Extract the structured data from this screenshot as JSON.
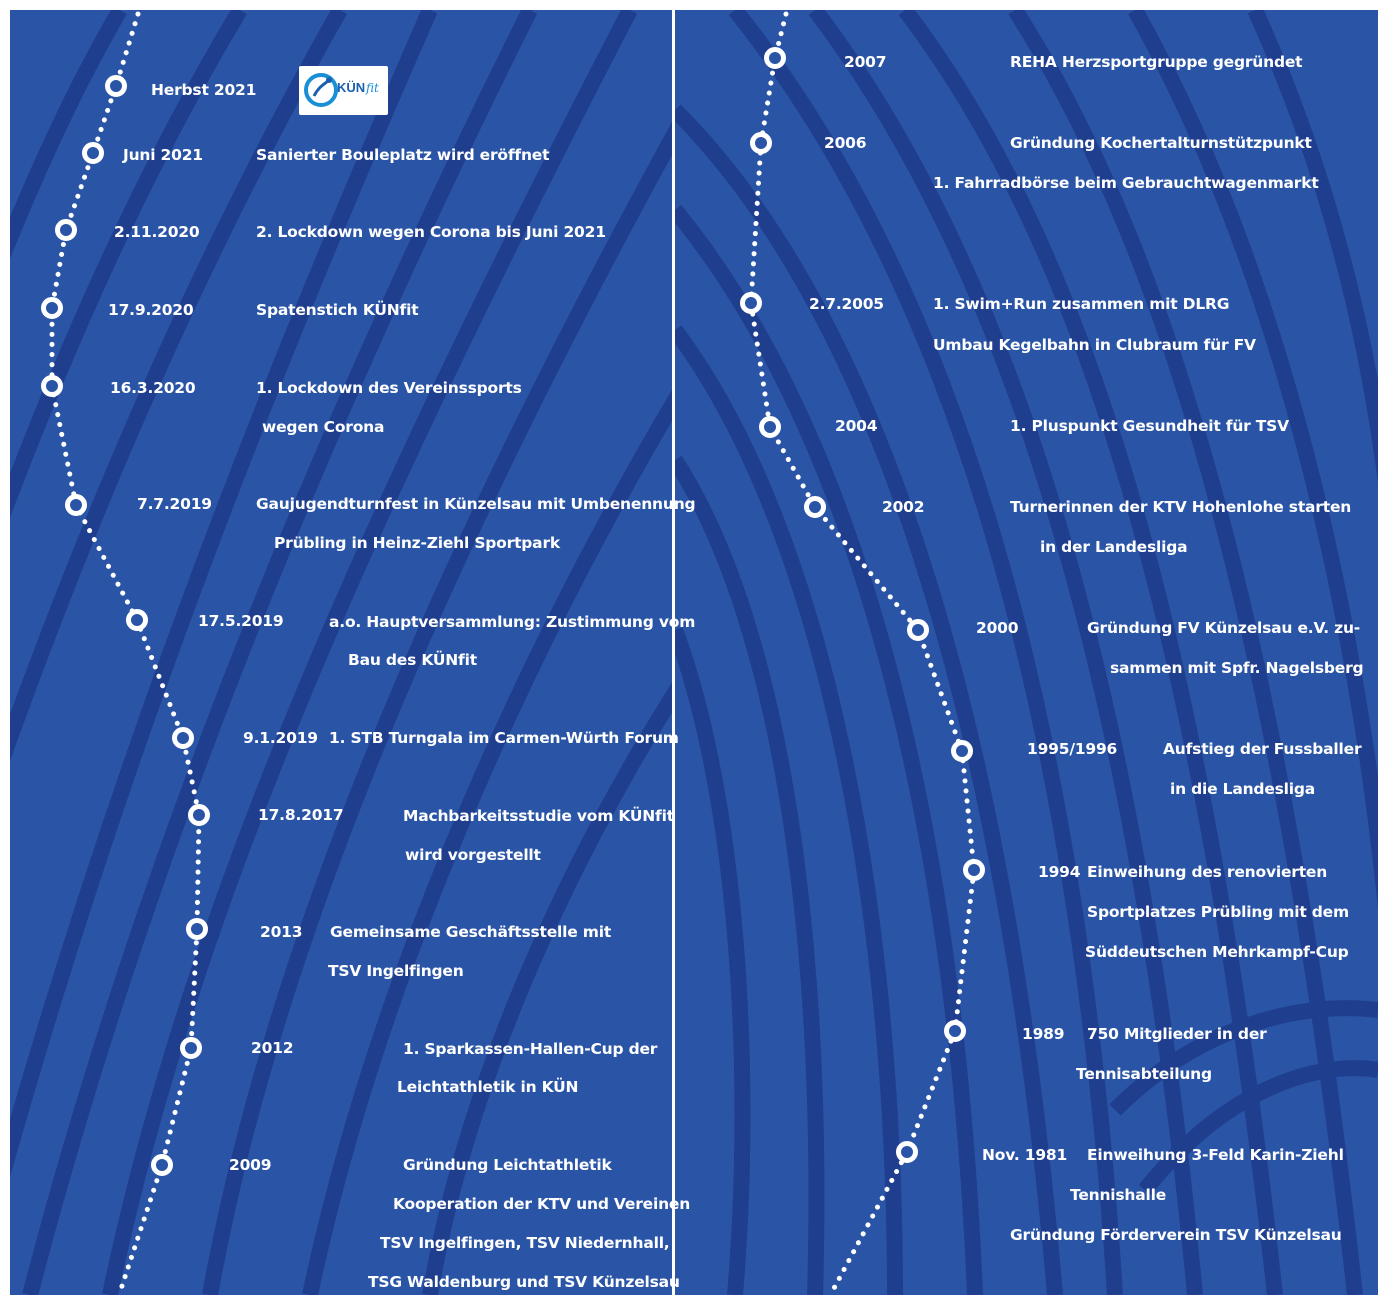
{
  "colors": {
    "background": "#2a55a6",
    "wave_dark": "#1f3a8a",
    "text": "#ffffff",
    "logo_blue": "#1a8fd6"
  },
  "logo": {
    "name": "KÜNfit-logo",
    "text_main": "KÜN",
    "text_script": "fit"
  },
  "left": {
    "events": [
      {
        "date": "Herbst 2021",
        "lines": []
      },
      {
        "date": "Juni 2021",
        "lines": [
          "Sanierter Bouleplatz wird eröffnet"
        ]
      },
      {
        "date": "2.11.2020",
        "lines": [
          "2. Lockdown wegen Corona bis Juni 2021"
        ]
      },
      {
        "date": "17.9.2020",
        "lines": [
          "Spatenstich KÜNfit"
        ]
      },
      {
        "date": "16.3.2020",
        "lines": [
          "1. Lockdown des Vereinssports",
          "wegen Corona"
        ]
      },
      {
        "date": "7.7.2019",
        "lines": [
          "Gaujugendturnfest in Künzelsau mit Umbenennung",
          "Prübling in Heinz-Ziehl Sportpark"
        ]
      },
      {
        "date": "17.5.2019",
        "lines": [
          "a.o. Hauptversammlung: Zustimmung vom",
          "Bau des KÜNfit"
        ]
      },
      {
        "date": "9.1.2019",
        "lines": [
          "1. STB Turngala im Carmen-Würth Forum"
        ]
      },
      {
        "date": "17.8.2017",
        "lines": [
          "Machbarkeitsstudie vom KÜNfit",
          "wird vorgestellt"
        ]
      },
      {
        "date": "2013",
        "lines": [
          "Gemeinsame Geschäftsstelle mit",
          "TSV Ingelfingen"
        ]
      },
      {
        "date": "2012",
        "lines": [
          "1. Sparkassen-Hallen-Cup der",
          "Leichtathletik in KÜN"
        ]
      },
      {
        "date": "2009",
        "lines": [
          "Gründung Leichtathletik",
          "Kooperation der KTV und Vereinen",
          "TSV Ingelfingen, TSV Niedernhall,",
          "TSG Waldenburg und TSV Künzelsau"
        ]
      }
    ]
  },
  "right": {
    "events": [
      {
        "date": "2007",
        "lines": [
          "REHA Herzsportgruppe gegründet"
        ]
      },
      {
        "date": "2006",
        "lines": [
          "Gründung Kochertalturnstützpunkt",
          "1. Fahrradbörse beim Gebrauchtwagenmarkt"
        ]
      },
      {
        "date": "2.7.2005",
        "lines": [
          "1. Swim+Run zusammen mit DLRG",
          "Umbau Kegelbahn in Clubraum für FV"
        ]
      },
      {
        "date": "2004",
        "lines": [
          "1. Pluspunkt Gesundheit für TSV"
        ]
      },
      {
        "date": "2002",
        "lines": [
          "Turnerinnen der KTV Hohenlohe starten",
          "in der Landesliga"
        ]
      },
      {
        "date": "2000",
        "lines": [
          "Gründung FV Künzelsau e.V. zu-",
          "sammen mit Spfr. Nagelsberg"
        ]
      },
      {
        "date": "1995/1996",
        "lines": [
          "Aufstieg der Fussballer",
          "in die Landesliga"
        ]
      },
      {
        "date": "1994",
        "lines": [
          "Einweihung des renovierten",
          "Sportplatzes Prübling mit dem",
          "Süddeutschen Mehrkampf-Cup"
        ]
      },
      {
        "date": "1989",
        "lines": [
          "750 Mitglieder in der",
          "Tennisabteilung"
        ]
      },
      {
        "date": "Nov. 1981",
        "lines": [
          "Einweihung 3-Feld Karin-Ziehl",
          "Tennishalle",
          "Gründung Förderverein TSV Künzelsau"
        ]
      }
    ]
  }
}
